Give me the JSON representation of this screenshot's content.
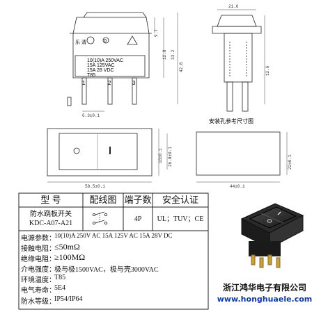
{
  "drawing": {
    "terminals": [
      "1",
      "2",
      "3"
    ],
    "front_ratings": [
      "10(10)A 250VAC",
      "15A     125VAC",
      "15A     28 VDC",
      "T85"
    ],
    "front_brand": "乐 清",
    "led_mark": "0",
    "top_dim": "21.6",
    "dims": {
      "d_9_7": "9.7",
      "d_12_8": "12.8",
      "d_33_2": "33.2",
      "d_42_8": "42.8",
      "d_6_3": "6.3±0.1",
      "d_58_5": "58.5±0.1",
      "d_18_4": "18±0.1",
      "d_26_8": "26.8±0.1",
      "d_44_3": "44±0.1",
      "d_22": "22±0.1",
      "d_12_6": "12.6"
    },
    "panel_cutout_title": "安装孔参考尺寸图"
  },
  "table": {
    "headers": [
      "型  号",
      "配线图",
      "端子数",
      "安全认证"
    ],
    "row": {
      "model_line1": "防水跷板开关",
      "model_line2": "KDC-A07-A21",
      "terminals": "4P",
      "certification": "UL；TUV；CE"
    }
  },
  "specs": [
    {
      "label": "电源参数：",
      "value": "10(10)A 250V AC   15A 125V AC  15A 28V DC"
    },
    {
      "label": "接触电阻：",
      "value": "≤50mΩ"
    },
    {
      "label": "绝缘电阻：",
      "value": "≥100MΩ"
    },
    {
      "label": "介电强度：",
      "value": "极与极1500VAC，极与壳3000VAC"
    },
    {
      "label": "环境温度：",
      "value": "T85"
    },
    {
      "label": "电气寿命：",
      "value": "5E4"
    },
    {
      "label": "防水等级：",
      "value": "IP54/IP64"
    }
  ],
  "company": {
    "name": "浙江鸿华电子有限公司",
    "website": "www.honghuaele.com"
  }
}
